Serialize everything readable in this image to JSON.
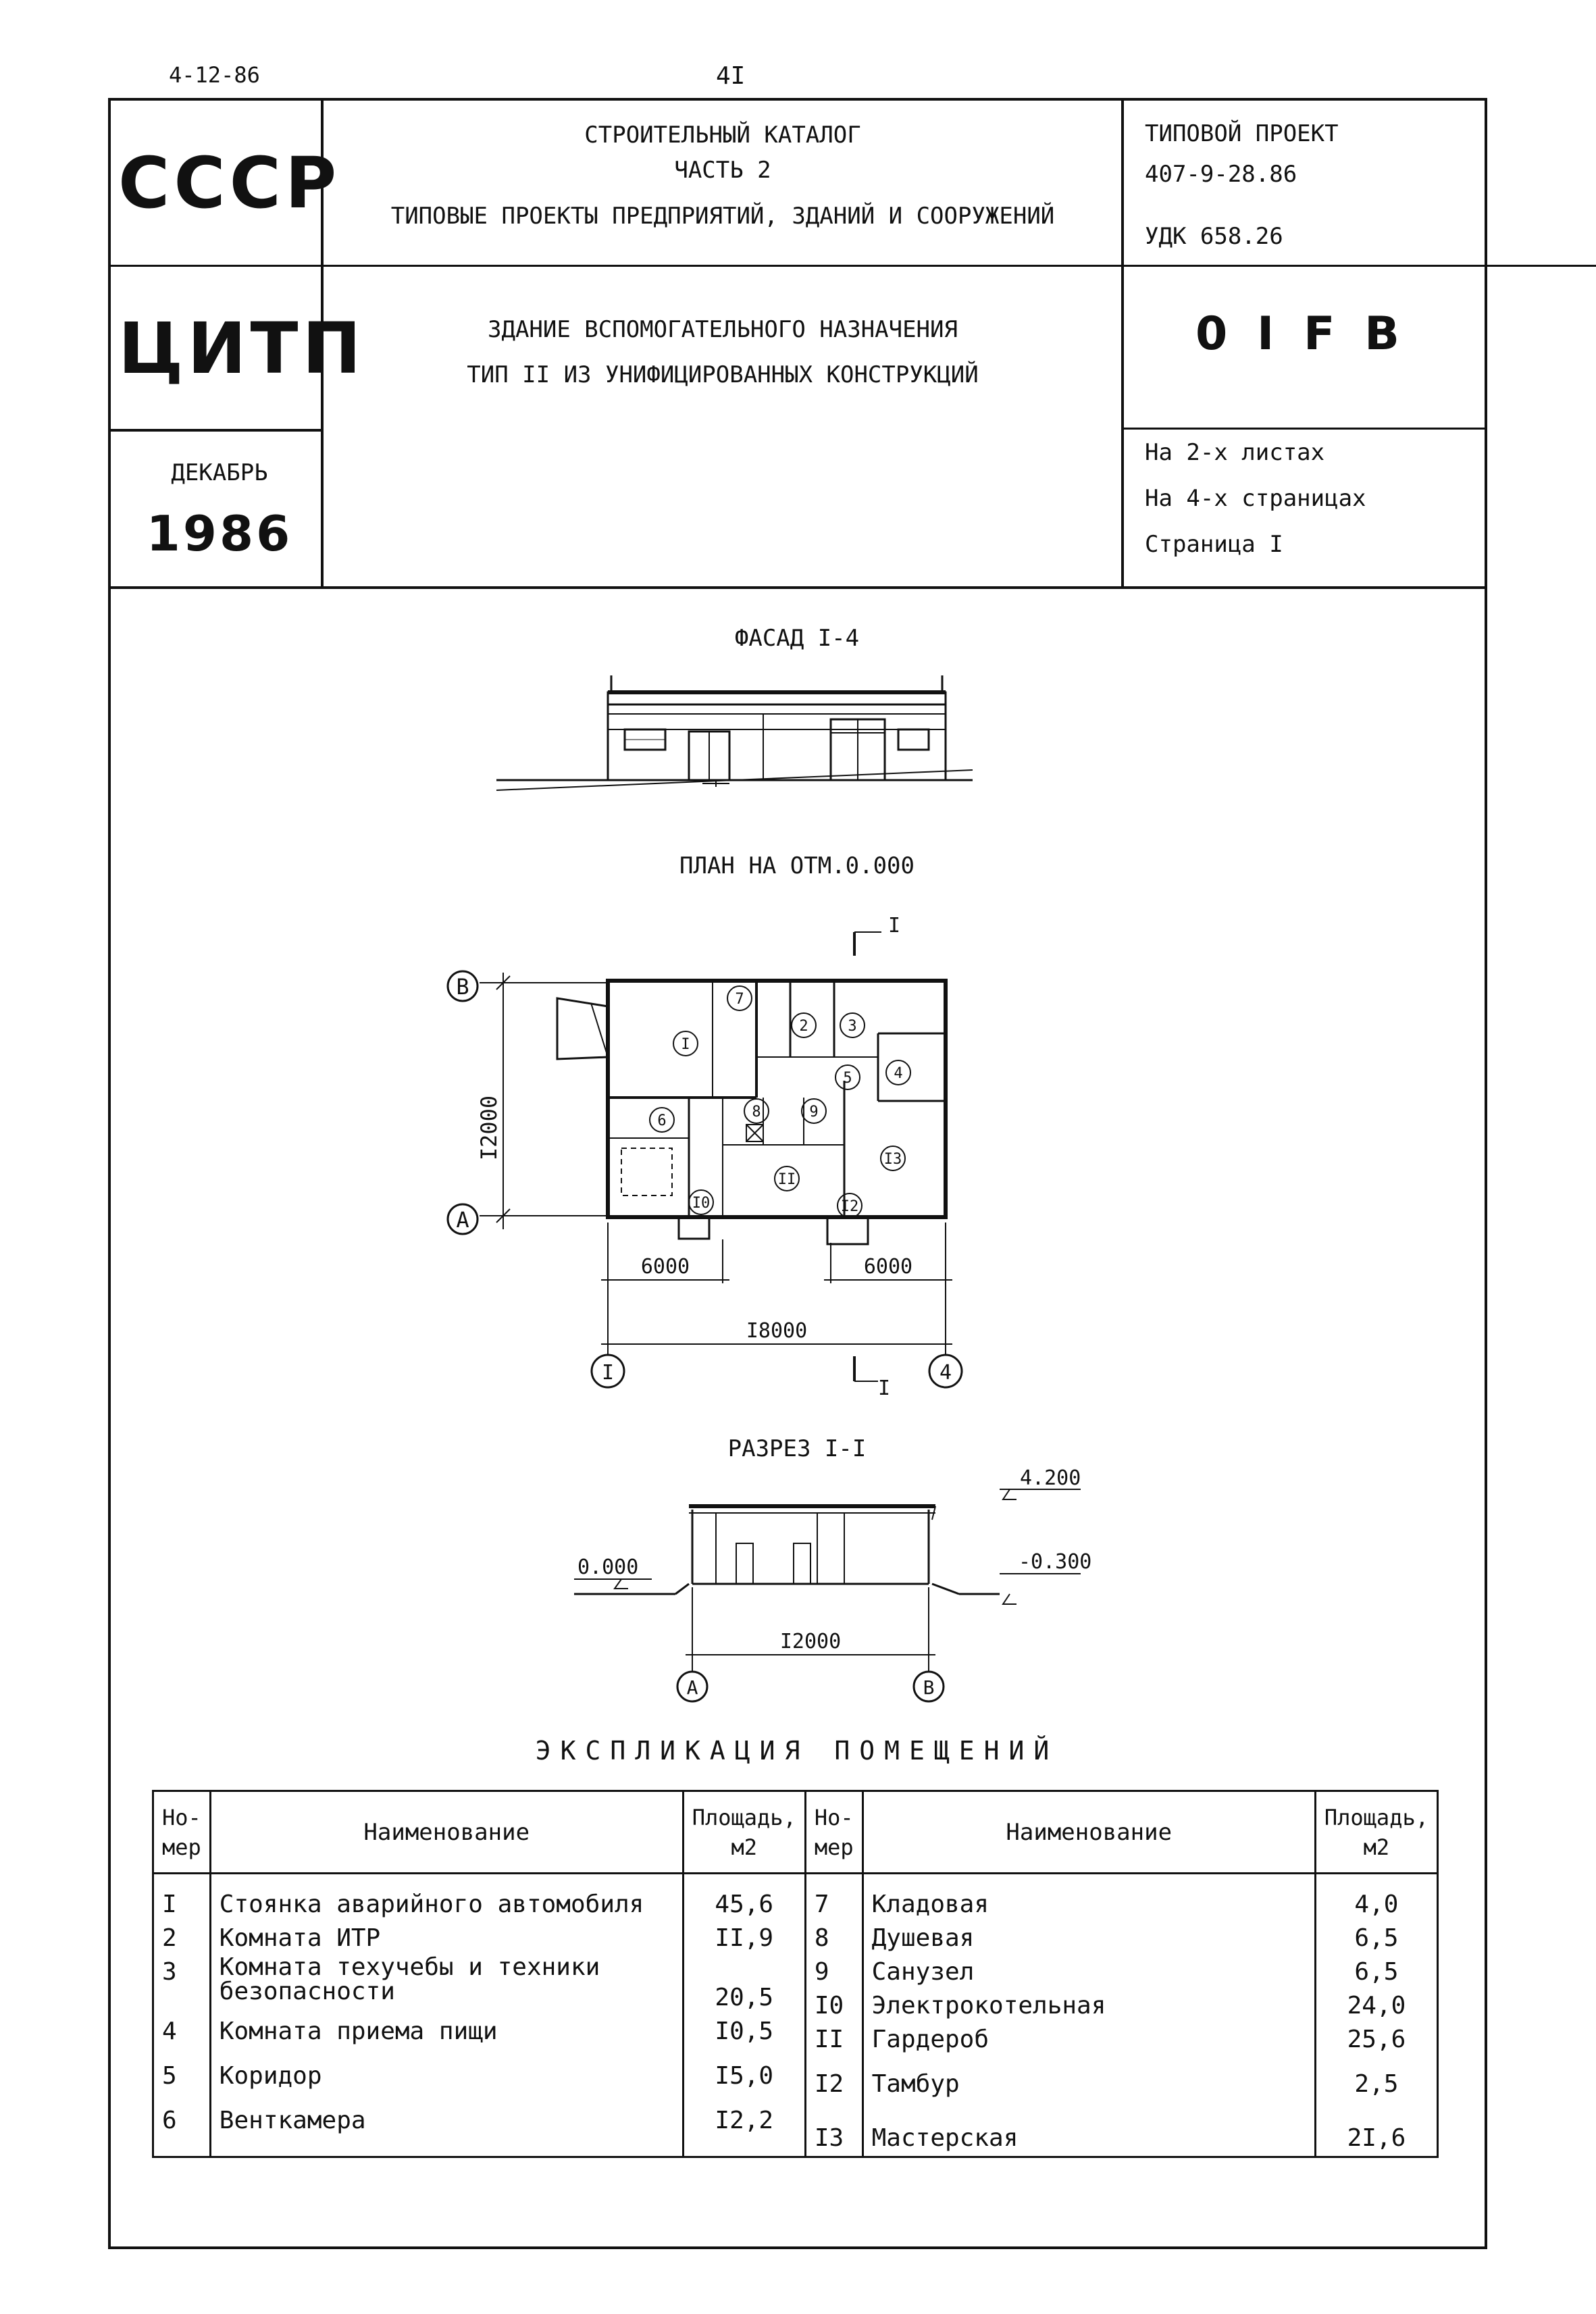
{
  "top": {
    "date": "4-12-86",
    "page_number": "4I"
  },
  "header": {
    "org1": "СССР",
    "org2": "ЦИТП",
    "month": "ДЕКАБРЬ",
    "year": "1986",
    "catalog_line1": "СТРОИТЕЛЬНЫЙ КАТАЛОГ",
    "catalog_line2": "ЧАСТЬ  2",
    "catalog_line3": "ТИПОВЫЕ ПРОЕКТЫ ПРЕДПРИЯТИЙ, ЗДАНИЙ И СООРУЖЕНИЙ",
    "title_line1": "ЗДАНИЕ ВСПОМОГАТЕЛЬНОГО  НАЗНАЧЕНИЯ",
    "title_line2": "ТИП II  ИЗ УНИФИЦИРОВАННЫХ КОНСТРУКЦИЙ",
    "project_label": "ТИПОВОЙ ПРОЕКТ",
    "project_number": "407-9-28.86",
    "udk": "УДК 658.26",
    "code": "0 I F B",
    "sheets": "На 2-х листах",
    "pages": "На 4-х страницах",
    "page": "Страница I"
  },
  "drawings": {
    "facade_title": "ФАСАД I-4",
    "plan_title": "ПЛАН НА ОТМ.0.000",
    "section_title": "РАЗРЕЗ I-I",
    "axis_b": "В",
    "axis_a": "А",
    "axis_1": "I",
    "axis_4": "4",
    "section_mark": "I",
    "dim_12000_vertical": "I2000",
    "dim_6000_left": "6000",
    "dim_6000_right": "6000",
    "dim_18000": "I8000",
    "level_top": "4.200",
    "level_zero": "0.000",
    "level_ground": "-0.300",
    "dim_12000_section": "I2000",
    "rooms": [
      "I",
      "2",
      "3",
      "4",
      "5",
      "6",
      "7",
      "8",
      "9",
      "I0",
      "II",
      "I2",
      "I3"
    ]
  },
  "explication": {
    "title": "ЭКСПЛИКАЦИЯ  ПОМЕЩЕНИЙ",
    "headers": {
      "num": "Но-\nмер",
      "name": "Наименование",
      "area": "Площадь,\nм2"
    },
    "left": [
      {
        "n": "I",
        "name": "Стоянка аварийного автомобиля",
        "area": "45,6"
      },
      {
        "n": "2",
        "name": "Комната ИТР",
        "area": "II,9"
      },
      {
        "n": "3",
        "name": "Комната техучебы и техники\nбезопасности",
        "area": "20,5"
      },
      {
        "n": "4",
        "name": "Комната приема пищи",
        "area": "I0,5"
      },
      {
        "n": "5",
        "name": "Коридор",
        "area": "I5,0"
      },
      {
        "n": "6",
        "name": "Венткамера",
        "area": "I2,2"
      }
    ],
    "right": [
      {
        "n": "7",
        "name": "Кладовая",
        "area": "4,0"
      },
      {
        "n": "8",
        "name": "Душевая",
        "area": "6,5"
      },
      {
        "n": "9",
        "name": "Санузел",
        "area": "6,5"
      },
      {
        "n": "I0",
        "name": "Электрокотельная",
        "area": "24,0"
      },
      {
        "n": "II",
        "name": "Гардероб",
        "area": "25,6"
      },
      {
        "n": "I2",
        "name": "Тамбур",
        "area": "2,5"
      },
      {
        "n": "I3",
        "name": "Мастерская",
        "area": "2I,6"
      }
    ]
  }
}
